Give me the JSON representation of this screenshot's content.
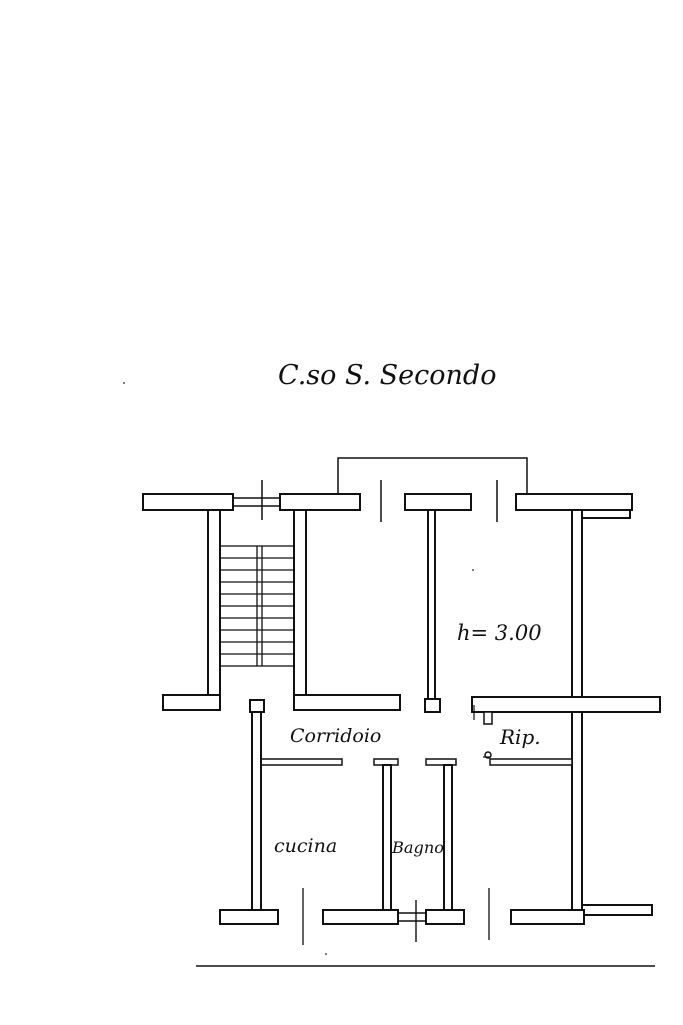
{
  "street": "C.so S. Secondo",
  "rooms": {
    "height": "h= 3.00",
    "corridor": "Corridoio",
    "storage": "Rip.",
    "kitchen": "cucina",
    "bathroom": "Bagno"
  },
  "colors": {
    "ink": "#111111",
    "paper": "#ffffff"
  }
}
